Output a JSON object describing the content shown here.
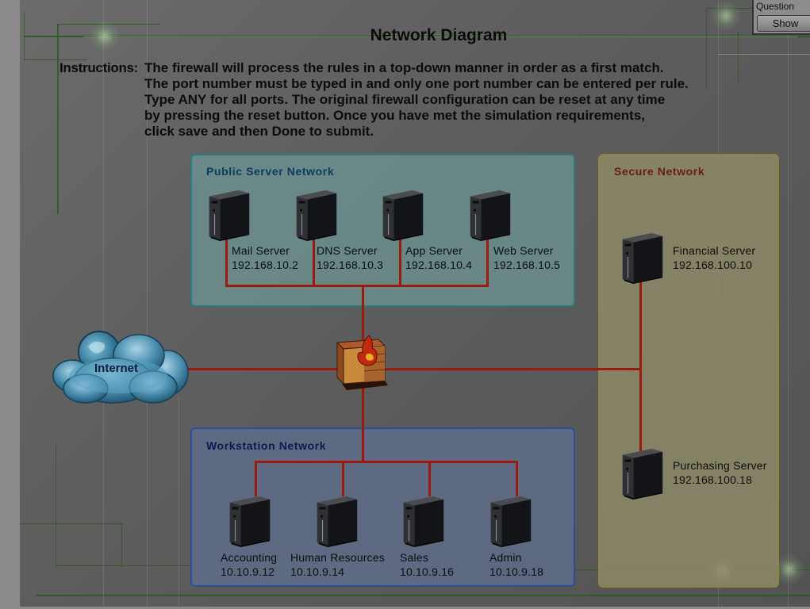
{
  "page": {
    "title": "Network Diagram",
    "instructions_label": "Instructions:",
    "instructions_lines": [
      "The firewall will process the rules in a top-down manner in order as a first match.",
      "The port number must be typed in and only one port number can be entered per rule.",
      "Type ANY for all ports. The original firewall configuration can be reset at any time",
      "by pressing the reset button. Once you have met the simulation requirements,",
      "click save and then Done to submit."
    ]
  },
  "question_panel": {
    "label": "Question",
    "show_button": "Show"
  },
  "internet": {
    "label": "Internet",
    "icon": "cloud-globe-icon"
  },
  "firewall": {
    "icon": "firewall-icon"
  },
  "zones": {
    "public": {
      "title": "Public Server Network",
      "border_color": "#2d7c7a",
      "nodes": [
        {
          "name": "Mail Server",
          "ip": "192.168.10.2",
          "icon": "server-icon"
        },
        {
          "name": "DNS Server",
          "ip": "192.168.10.3",
          "icon": "server-icon"
        },
        {
          "name": "App Server",
          "ip": "192.168.10.4",
          "icon": "server-icon"
        },
        {
          "name": "Web Server",
          "ip": "192.168.10.5",
          "icon": "server-icon"
        }
      ]
    },
    "secure": {
      "title": "Secure Network",
      "border_color": "#8d8540",
      "nodes": [
        {
          "name": "Financial Server",
          "ip": "192.168.100.10",
          "icon": "server-icon"
        },
        {
          "name": "Purchasing Server",
          "ip": "192.168.100.18",
          "icon": "server-icon"
        }
      ]
    },
    "workstation": {
      "title": "Workstation Network",
      "border_color": "#2c4d9a",
      "nodes": [
        {
          "name": "Accounting",
          "ip": "10.10.9.12",
          "icon": "server-icon"
        },
        {
          "name": "Human Resources",
          "ip": "10.10.9.14",
          "icon": "server-icon"
        },
        {
          "name": "Sales",
          "ip": "10.10.9.16",
          "icon": "server-icon"
        },
        {
          "name": "Admin",
          "ip": "10.10.9.18",
          "icon": "server-icon"
        }
      ]
    }
  },
  "colors": {
    "wire": "#9a1a0e"
  }
}
